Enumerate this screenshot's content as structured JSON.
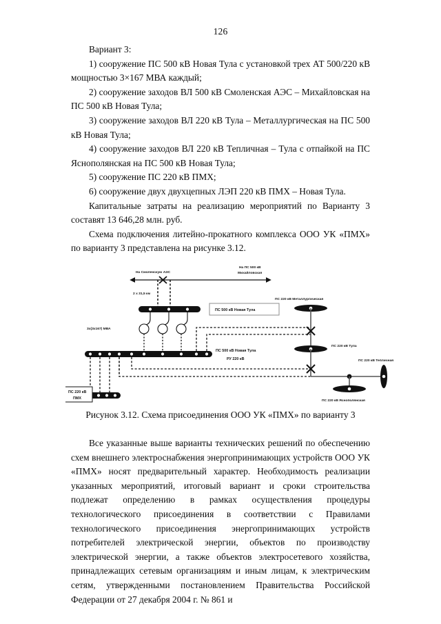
{
  "page": {
    "number": "126"
  },
  "top_section": {
    "heading": "Вариант 3:",
    "items": [
      "1) сооружение ПС 500 кВ Новая Тула с установкой трех АТ 500/220 кВ мощностью 3×167 МВА каждый;",
      "2) сооружение заходов ВЛ 500 кВ Смоленская АЭС – Михайловская на ПС 500 кВ Новая Тула;",
      "3) сооружение заходов ВЛ 220 кВ Тула – Металлургическая на ПС 500 кВ Новая Тула;",
      "4) сооружение заходов ВЛ 220 кВ Тепличная – Тула с отпайкой на ПС Яснополянская на ПС 500 кВ Новая Тула;",
      "5) сооружение ПС 220 кВ ПМХ;",
      "6) сооружение двух двухцепных ЛЭП 220 кВ ПМХ – Новая Тула."
    ],
    "paragraphs": [
      "Капитальные затраты на реализацию мероприятий по Варианту 3 составят 13 646,28 млн. руб.",
      "Схема подключения литейно-прокатного комплекса ООО УК «ПМХ» по варианту 3 представлена на рисунке 3.12."
    ]
  },
  "figure": {
    "caption": "Рисунок 3.12. Схема присоединения ООО УК «ПМХ» по варианту 3",
    "labels": {
      "to_smolensk_npp": "На Смоленскую АЭС",
      "to_mikhailovskaya_line1": "На ПС 500 кВ",
      "to_mikhailovskaya_line2": "Михайловская",
      "line_length": "2 х 31,5 км",
      "transformer_rating": "3х(3х167) МВА",
      "ps500_box": "ПС 500 кВ Новая Тула",
      "ps500_ru220_line1": "ПС 500 кВ Новая Тула",
      "ps500_ru220_line2": "РУ 220 кВ",
      "ps220_pmh_line1": "ПС 220 кВ",
      "ps220_pmh_line2": "ПМХ",
      "ps220_metallurgicheskaya": "ПС 220 кВ Металлургическая",
      "ps220_tula": "ПС 220 кВ Тула",
      "ps220_teplichnaya": "ПС 220 кВ Тепличная",
      "ps220_yasnopolyanskaya": "ПС 220 кВ Яснополянская"
    }
  },
  "bottom_section": {
    "paragraph": "Все указанные выше варианты технических решений по обеспечению схем внешнего электроснабжения энергопринимающих устройств ООО УК «ПМХ» носят предварительный характер. Необходимость реализации указанных мероприятий, итоговый вариант и сроки строительства подлежат определению в рамках осуществления процедуры технологического присоединения в соответствии с Правилами технологического присоединения энергопринимающих устройств потребителей электрической энергии, объектов по производству электрической энергии, а также объектов электросетевого хозяйства, принадлежащих сетевым организациям и иным лицам, к электрическим сетям, утвержденными постановлением Правительства Российской Федерации от 27 декабря 2004 г. № 861 и"
  }
}
